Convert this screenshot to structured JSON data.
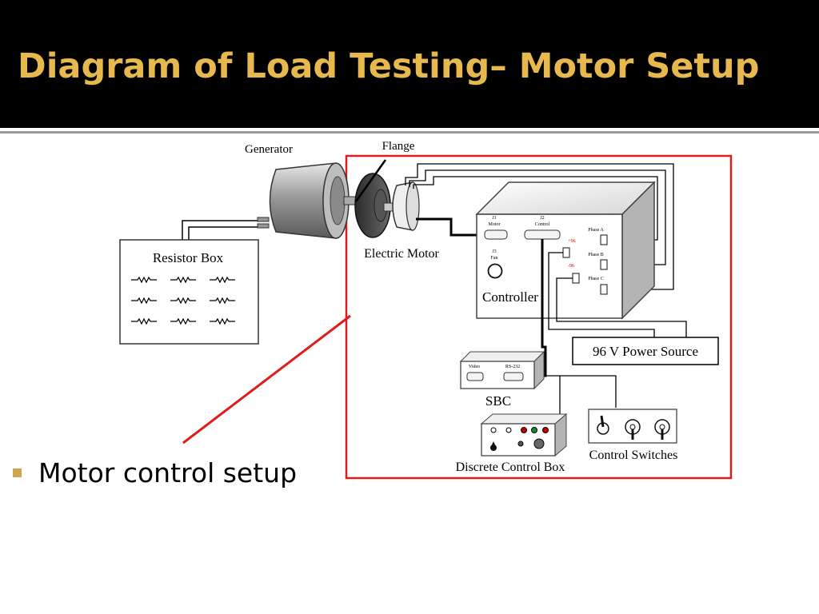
{
  "slide": {
    "title": "Diagram of Load Testing– Motor Setup",
    "bullet": "Motor control setup",
    "colors": {
      "title_bar": "#000000",
      "title_text": "#e6b84e",
      "bullet_marker": "#c9a84f",
      "highlight": "#e01b1b"
    }
  },
  "diagram": {
    "labels": {
      "generator": "Generator",
      "flange": "Flange",
      "electric_motor": "Electric Motor",
      "resistor_box": "Resistor Box",
      "controller": "Controller",
      "power_source": "96 V Power Source",
      "sbc": "SBC",
      "discrete_control_box": "Discrete Control Box",
      "control_switches": "Control Switches"
    },
    "controller_ports": {
      "j1": "J1",
      "j1_name": "Motor",
      "j2": "J2",
      "j2_name": "Control",
      "j3": "J3",
      "j3_name": "Fan",
      "phase_a": "Phase A",
      "phase_b": "Phase B",
      "phase_c": "Phase C",
      "plus_96": "+96",
      "minus_96": "-96"
    },
    "sbc_ports": {
      "video": "Video",
      "rs232": "RS-232"
    },
    "resistor_symbol": "~\\/\\/\\/~"
  }
}
